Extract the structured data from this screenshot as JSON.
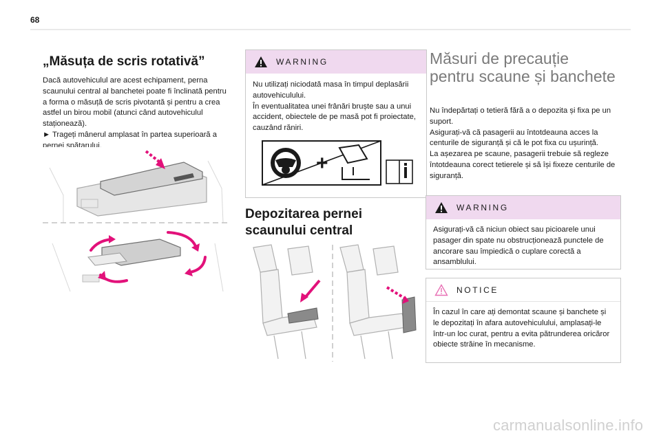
{
  "page": {
    "number": "68"
  },
  "col1": {
    "title": "„Măsuța de scris rotativă”",
    "p1": "Dacă autovehiculul are acest echipament, perna scaunului central al banchetei poate fi înclinată pentru a forma o măsuță de scris pivotantă și pentru a crea astfel un birou mobil (atunci când autovehiculul staționează).",
    "p2": "► Trageți mânerul amplasat în partea superioară a pernei spătarului."
  },
  "col2": {
    "warning_label": "WARNING",
    "warning_text": "Nu utilizați niciodată masa în timpul deplasării autovehiculului.\nÎn eventualitatea unei frânări bruște sau a unui accident, obiectele de pe masă pot fi proiectate, cauzând răniri.",
    "section_title": "Depozitarea pernei scaunului central"
  },
  "col3": {
    "title": "Măsuri de precauție pentru scaune și banchete",
    "text": "Nu îndepărtați o tetieră fără a o depozita și fixa pe un suport.\nAsigurați-vă că pasagerii au întotdeauna acces la centurile de siguranță și că le pot fixa cu ușurință.\nLa așezarea pe scaune, pasagerii trebuie să regleze întotdeauna corect tetierele și să își fixeze centurile de siguranță.",
    "warning_label": "WARNING",
    "warning_text": "Asigurați-vă că niciun obiect sau picioarele unui pasager din spate nu obstrucționează punctele de ancorare sau împiedică o cuplare corectă a ansamblului.",
    "notice_label": "NOTICE",
    "notice_text": "În cazul în care ați demontat scaune și banchete și le depozitați în afara autovehiculului, amplasați-le într-un loc curat, pentru a evita pătrunderea oricăror obiecte străine în mecanisme."
  },
  "footer": {
    "watermark": "carmanualsonline.info"
  },
  "colors": {
    "warning_bg": "#f0d9ef",
    "accent_magenta": "#e2117a",
    "notice_icon": "#e86fb4"
  }
}
